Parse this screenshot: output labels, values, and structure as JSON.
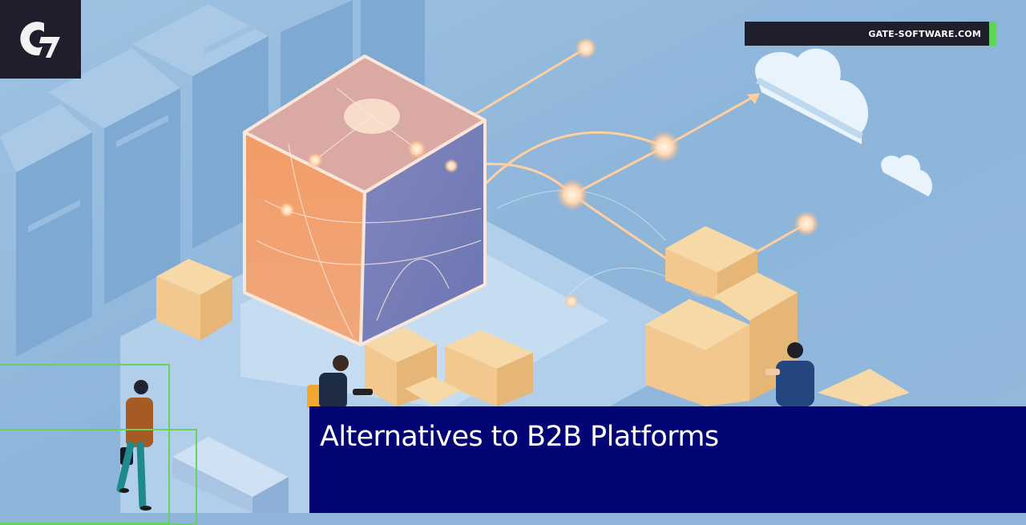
{
  "banner": {
    "title": "Alternatives to B2B Platforms",
    "site_url": "GATE-SOFTWARE.COM",
    "logo": {
      "icon": "gate-software-g-logo-icon",
      "letter": "G"
    }
  },
  "colors": {
    "brand_dark": "#1e1e2c",
    "accent_green": "#5fd35a",
    "title_panel": "#020573",
    "title_text": "#ffffff",
    "background_blue": "#8fb6da",
    "cube_orange": "#f4a06a",
    "cube_top": "#dba9a4",
    "cube_purple": "#7a7fb6",
    "box_tan": "#f2cf97",
    "node_glow": "#ffd3a8"
  },
  "illustration": {
    "description": "Isometric logistics network: server racks, central glowing cube, connected nodes, clouds, cardboard boxes and workers",
    "elements": [
      "server-racks",
      "central-cube",
      "network-nodes",
      "cloud-large",
      "cloud-small",
      "cardboard-boxes",
      "person-woman-walking",
      "person-man-scanning",
      "person-man-suit"
    ]
  }
}
